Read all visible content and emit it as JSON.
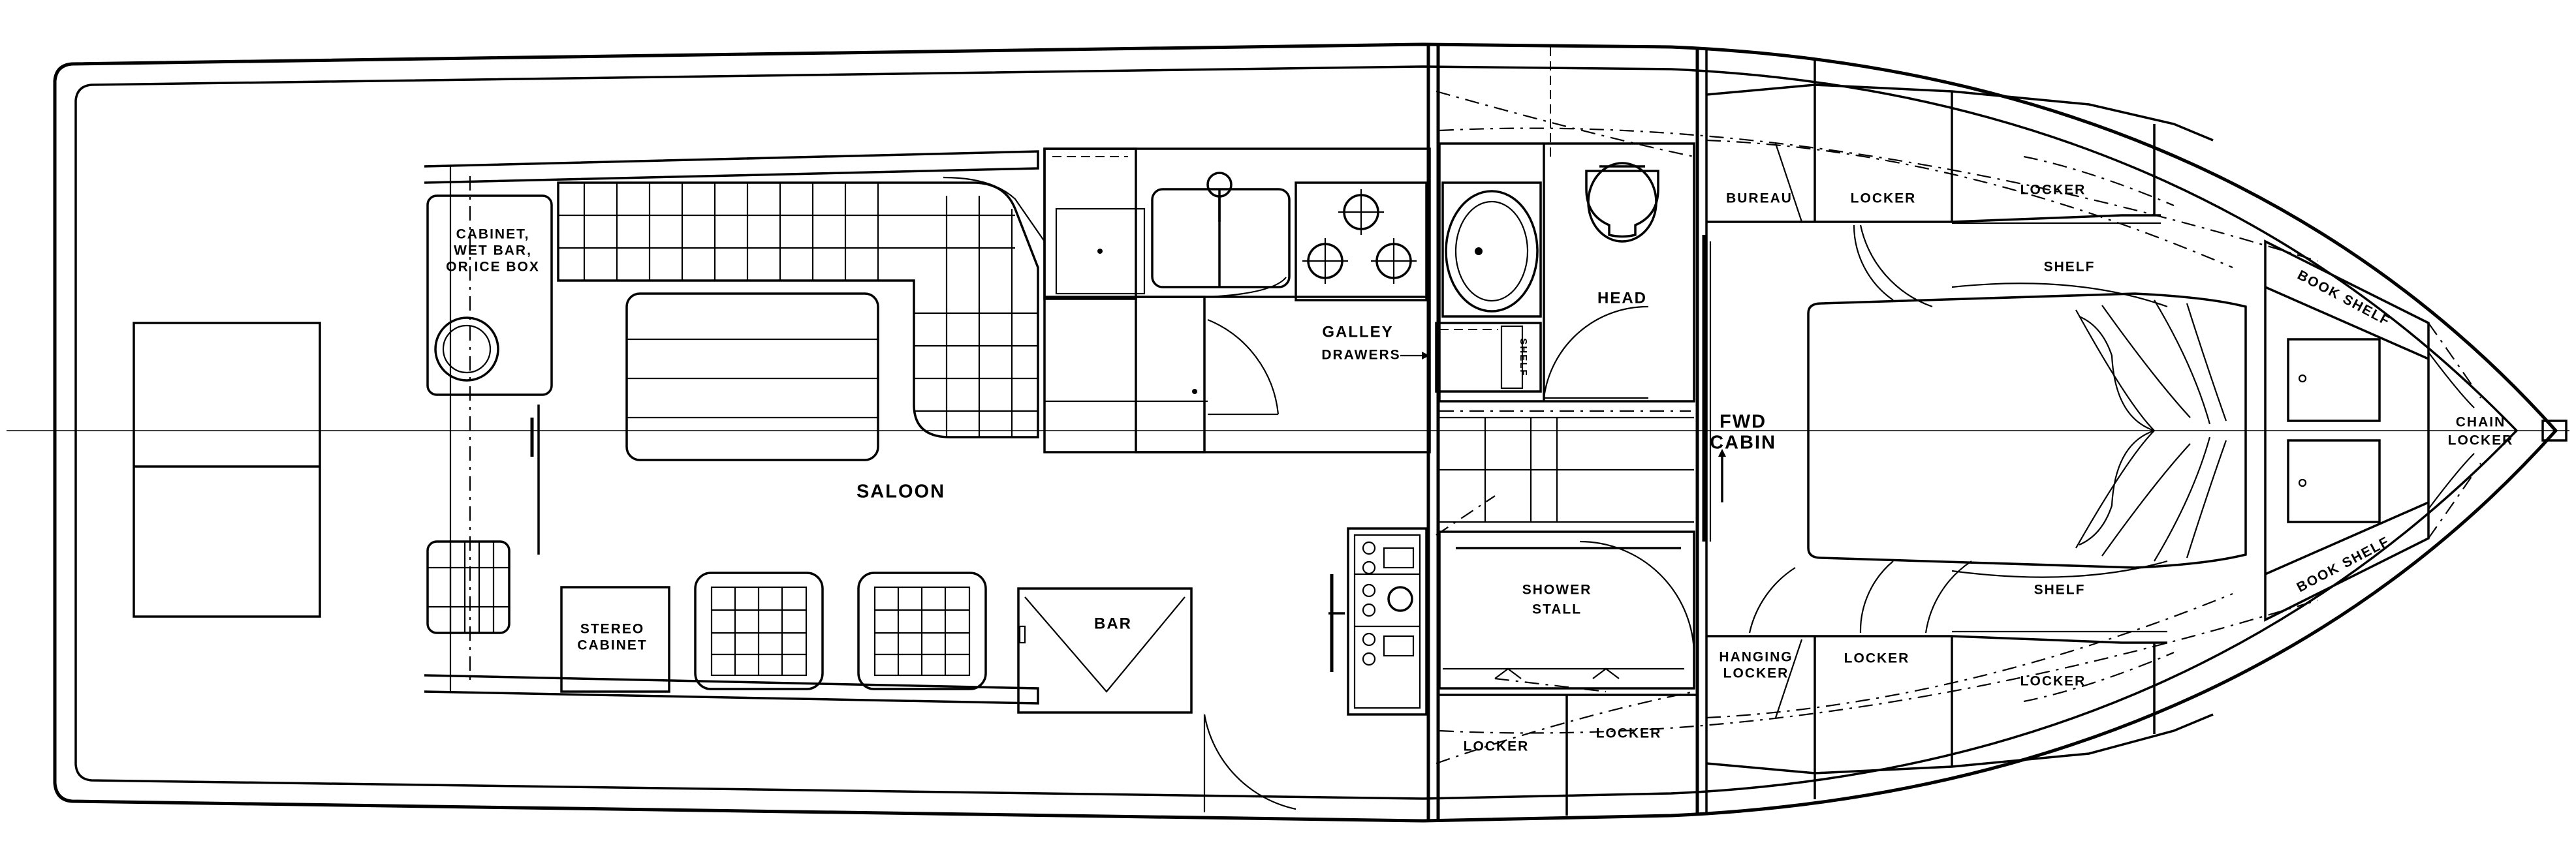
{
  "labels": {
    "cabinet": [
      "CABINET,",
      "WET BAR,",
      "OR ICE BOX"
    ],
    "saloon": "SALOON",
    "stereo": [
      "STEREO",
      "CABINET"
    ],
    "bar": "BAR",
    "galley": "GALLEY",
    "drawers": "DRAWERS",
    "shelf_vertical": "SHELF",
    "head": "HEAD",
    "shower": [
      "SHOWER",
      "STALL"
    ],
    "fwd_cabin": [
      "FWD",
      "CABIN"
    ],
    "bureau": "BUREAU",
    "locker": "LOCKER",
    "shelf": "SHELF",
    "hanging_locker": [
      "HANGING",
      "LOCKER"
    ],
    "book_shelf": "BOOK SHELF",
    "chain_locker": [
      "CHAIN",
      "LOCKER"
    ]
  }
}
